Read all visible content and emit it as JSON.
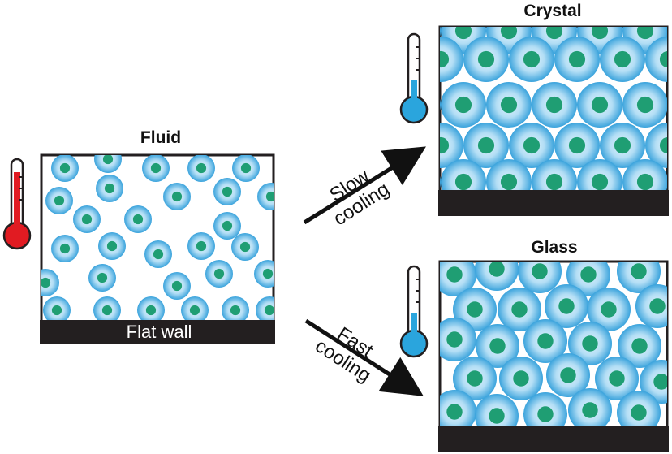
{
  "labels": {
    "fluid": "Fluid",
    "crystal": "Crystal",
    "glass": "Glass",
    "wall": "Flat wall",
    "slow": [
      "Slow",
      "cooling"
    ],
    "fast": [
      "Fast",
      "cooling"
    ]
  },
  "colors": {
    "particle_outer": "#3aa3dc",
    "particle_inner": "#e6f5fd",
    "core": "#1f9e73",
    "wall": "#231f20",
    "hot": "#e11b22",
    "cold": "#2aa5dd"
  },
  "thermometers": {
    "fluid": {
      "state": "hot",
      "fill": 0.85
    },
    "crystal": {
      "state": "cold",
      "fill": 0.35
    },
    "glass": {
      "state": "cold",
      "fill": 0.35
    }
  }
}
